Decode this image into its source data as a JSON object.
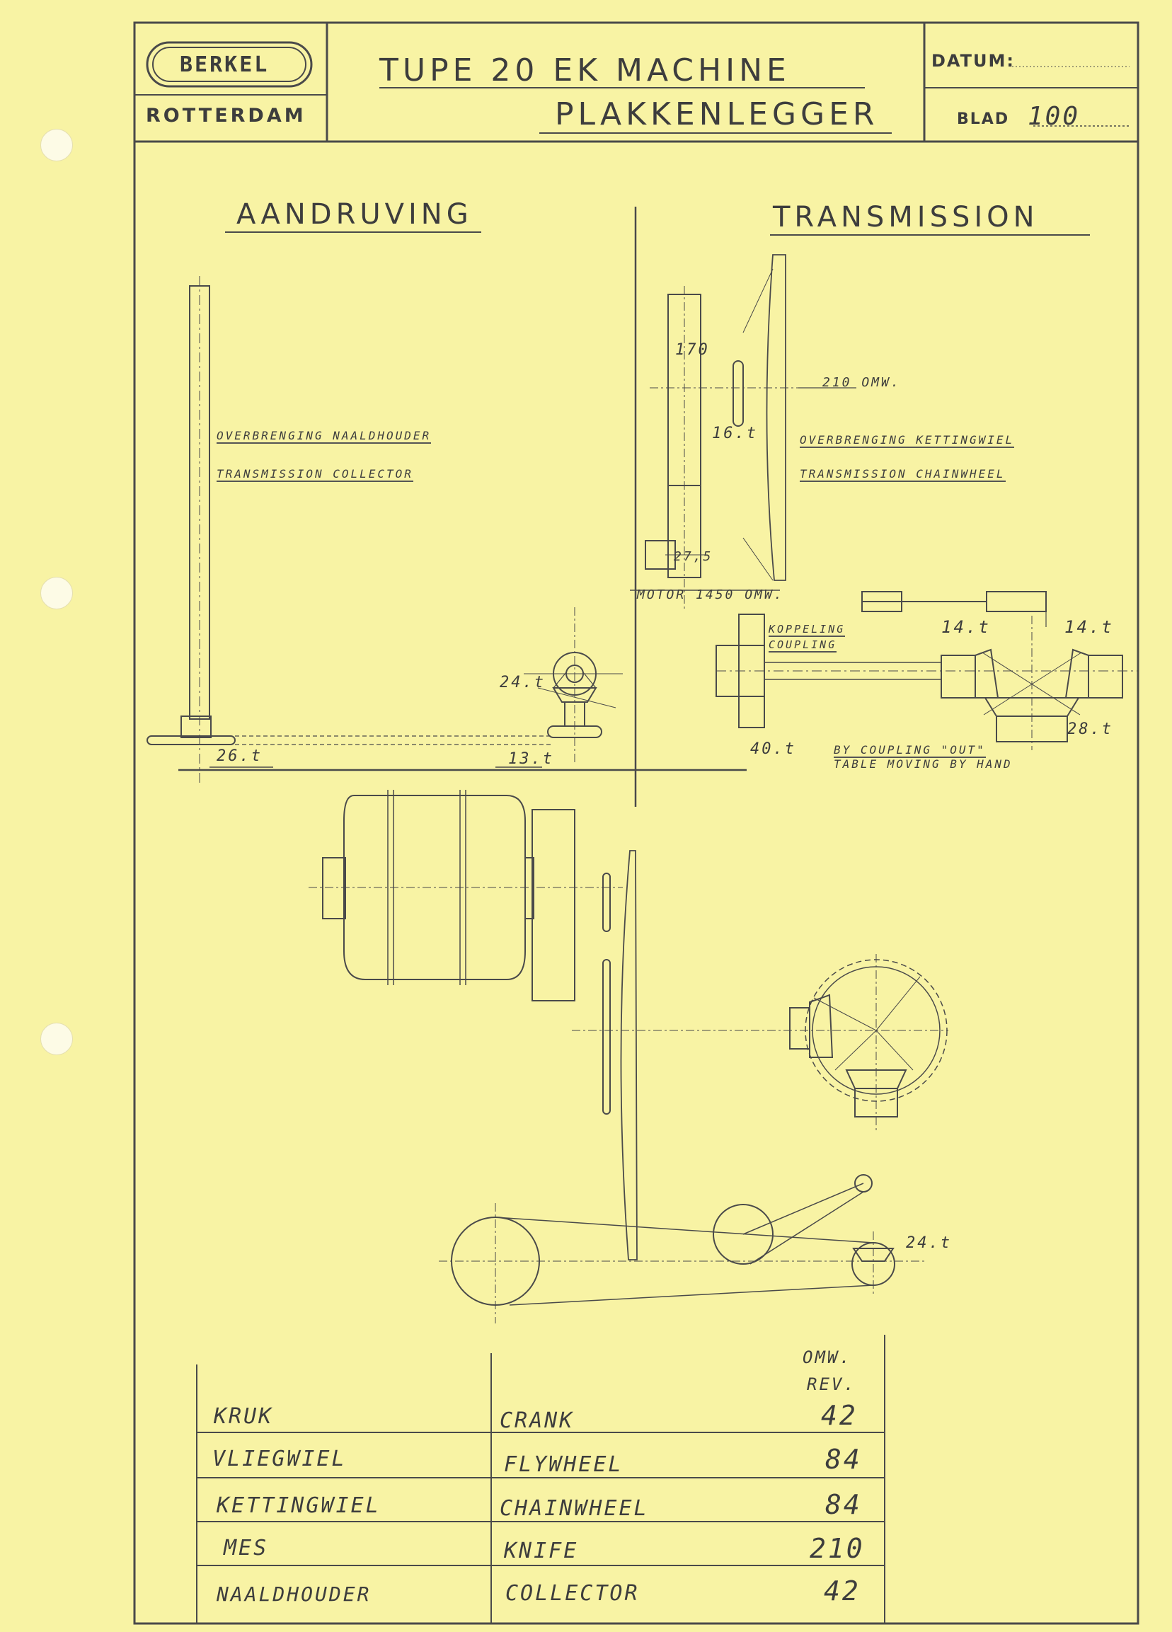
{
  "header": {
    "logo": "BERKEL",
    "city": "ROTTERDAM",
    "title_line1": "TUPE  20  EK  MACHINE",
    "title_line2": "PLAKKENLEGGER",
    "datum_label": "DATUM:",
    "blad_label": "BLAD",
    "blad_value": "100"
  },
  "sections": {
    "left_heading": "AANDRUVING",
    "right_heading": "TRANSMISSION"
  },
  "labels": {
    "overbrenging_naald": "OVERBRENGING   NAALDHOUDER",
    "transmission_collector": "TRANSMISSION    COLLECTOR",
    "overbrenging_ketting": "OVERBRENGING   KETTINGWIEL",
    "transmission_chainwheel": "TRANSMISSION    CHAINWHEEL",
    "omw_210": "210 OMW.",
    "t16": "16.t",
    "d170": "170",
    "d27": "27,5",
    "motor": "MOTOR  1450 OMW.",
    "koppeling": "KOPPELING",
    "coupling": "COUPLING",
    "t14a": "14.t",
    "t14b": "14.t",
    "t28": "28.t",
    "t40": "40.t",
    "by_coupling": "BY COUPLING  \"OUT\"",
    "table_moving": "TABLE MOVING  BY  HAND",
    "t24a": "24.t",
    "t26": "26.t",
    "t13": "13.t",
    "t24b": "24.t"
  },
  "table": {
    "header_line1": "OMW.",
    "header_line2": "REV.",
    "rows": [
      {
        "nl": "KRUK",
        "en": "CRANK",
        "rev": "42"
      },
      {
        "nl": "VLIEGWIEL",
        "en": "FLYWHEEL",
        "rev": "84"
      },
      {
        "nl": "KETTINGWIEL",
        "en": "CHAINWHEEL",
        "rev": "84"
      },
      {
        "nl": "MES",
        "en": "KNIFE",
        "rev": "210"
      },
      {
        "nl": "NAALDHOUDER",
        "en": "COLLECTOR",
        "rev": "42"
      }
    ]
  }
}
